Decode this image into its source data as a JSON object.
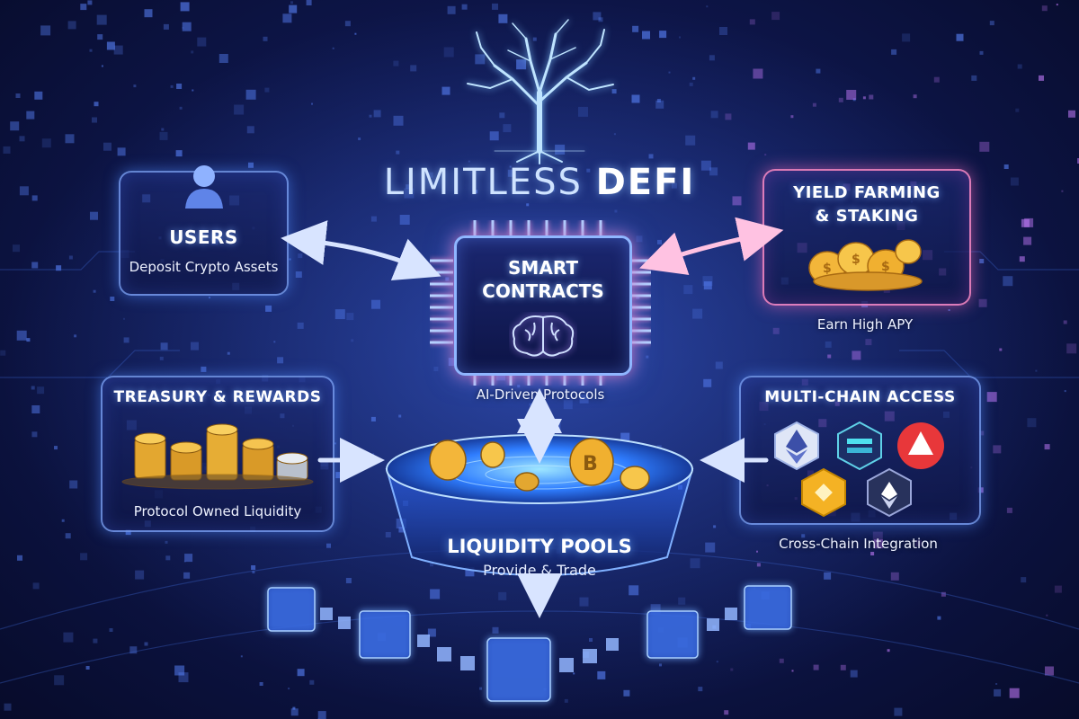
{
  "title": {
    "part1": "LIMITLESS ",
    "part2": "DEFI"
  },
  "users": {
    "title": "USERS",
    "subtitle": "Deposit Crypto Assets"
  },
  "smart_contracts": {
    "line1": "SMART",
    "line2": "CONTRACTS",
    "caption": "AI-Driven Protocols"
  },
  "yield": {
    "line1": "YIELD FARMING",
    "line2": "& STAKING",
    "subtitle": "Earn High APY"
  },
  "treasury": {
    "title": "TREASURY & REWARDS",
    "subtitle": "Protocol Owned Liquidity"
  },
  "multichain": {
    "title": "MULTI-CHAIN ACCESS",
    "caption": "Cross-Chain Integration"
  },
  "liquidity": {
    "title": "LIQUIDITY POOLS",
    "subtitle": "Provide & Trade"
  },
  "colors": {
    "background": "#0f1850",
    "accent_blue": "#8fb6ff",
    "accent_pink": "#ff8cc8",
    "gold": "#f3b63a"
  },
  "icons": [
    "tree-logo-icon",
    "user-icon",
    "brain-icon",
    "coins-icon",
    "ethereum-icon",
    "layer-icon",
    "avalanche-icon",
    "binance-icon",
    "polygon-icon",
    "blockchain-cubes-icon"
  ]
}
